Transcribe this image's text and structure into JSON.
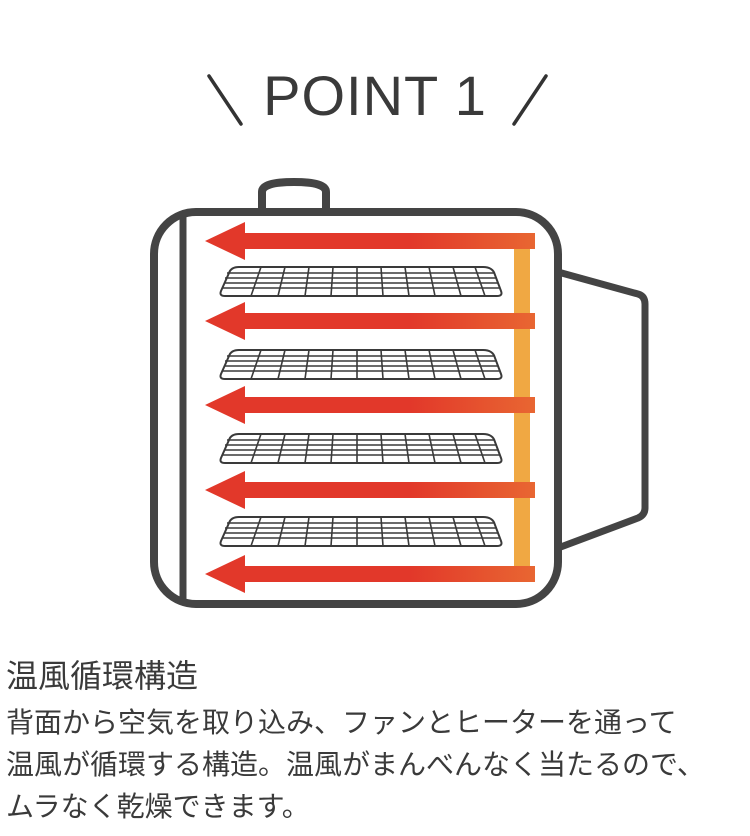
{
  "header": {
    "title": "POINT 1",
    "left_deco": "slash-left",
    "right_deco": "slash-right"
  },
  "illustration": {
    "subject": "food dehydrator with warm air circulation",
    "arrow_count": 5,
    "tray_count": 4,
    "colors": {
      "outline": "#444444",
      "arrow_start": "#e2382a",
      "arrow_end": "#f0a843",
      "text": "#3a3a3a"
    }
  },
  "content": {
    "heading": "温風循環構造",
    "body_lines": [
      "背面から空気を取り込み、ファンとヒーターを通って",
      "温風が循環する構造。温風がまんべんなく当たるので、",
      "ムラなく乾燥できます。"
    ]
  }
}
